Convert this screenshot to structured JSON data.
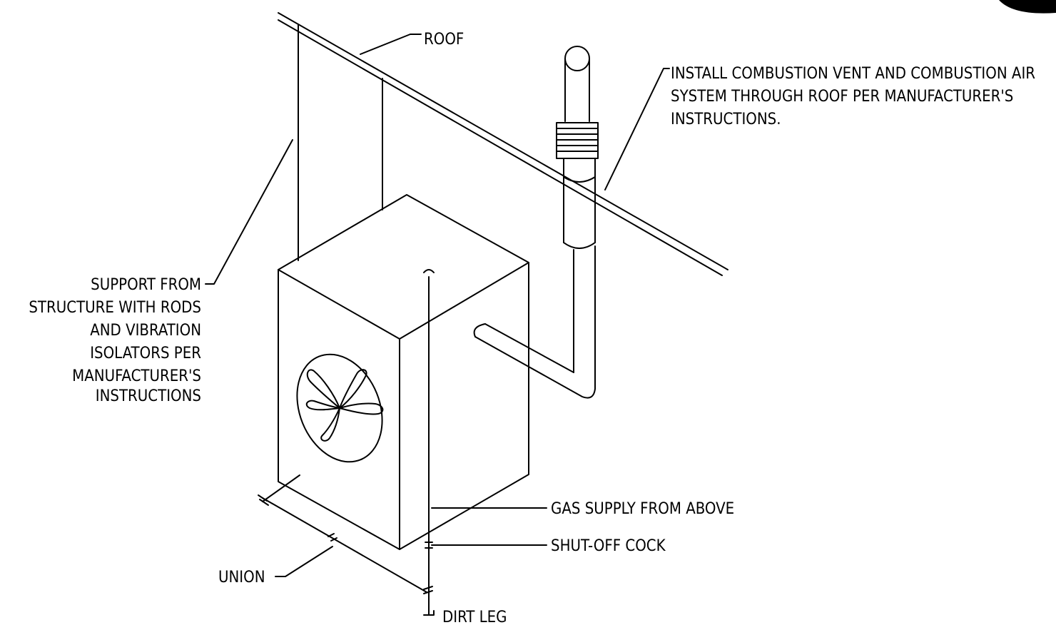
{
  "labels": {
    "roof": "ROOF",
    "vent_line1": "INSTALL COMBUSTION VENT AND COMBUSTION AIR",
    "vent_line2": "SYSTEM THROUGH ROOF PER MANUFACTURER'S",
    "vent_line3": "INSTRUCTIONS.",
    "support_line1": "SUPPORT FROM",
    "support_line2": "STRUCTURE WITH RODS",
    "support_line3": "AND VIBRATION",
    "support_line4": "ISOLATORS PER",
    "support_line5": "MANUFACTURER'S",
    "support_line6": "INSTRUCTIONS",
    "gas_supply": "GAS SUPPLY FROM ABOVE",
    "shutoff": "SHUT-OFF COCK",
    "union": "UNION",
    "dirt_leg": "DIRT LEG"
  },
  "colors": {
    "line": "#000000",
    "background": "#ffffff"
  }
}
